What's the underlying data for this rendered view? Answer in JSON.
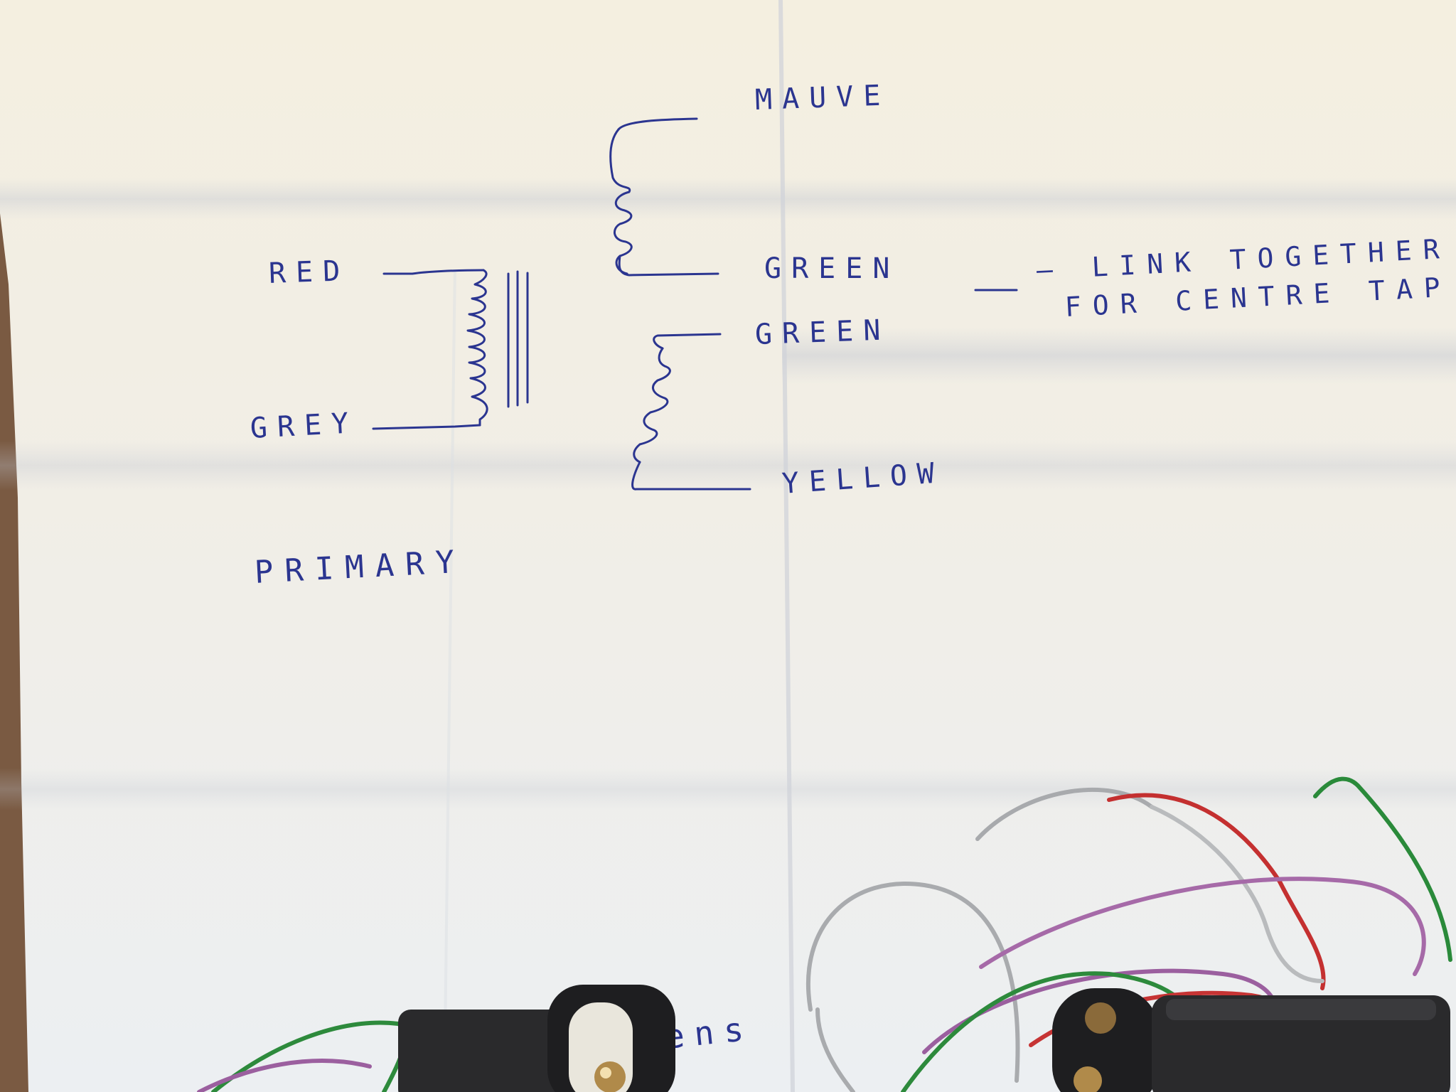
{
  "diagram": {
    "labels": {
      "red": "RED",
      "grey": "GREY",
      "primary": "PRIMARY",
      "mauve": "MAUVE",
      "green_top": "GREEN",
      "green_bottom": "GREEN",
      "yellow": "YELLOW",
      "note_line1": "— LINK    TOGETHER",
      "note_line2": "FOR   CENTRE   TAP",
      "partial_word": "ens"
    },
    "ink_color": "#2b3590"
  },
  "colors": {
    "paper": "#f2efe6",
    "paper_shadow": "#d6d9df",
    "table": "#7a5a42",
    "transformer_body": "#2a2a2c"
  },
  "wires": [
    "grey",
    "red",
    "mauve",
    "green"
  ]
}
